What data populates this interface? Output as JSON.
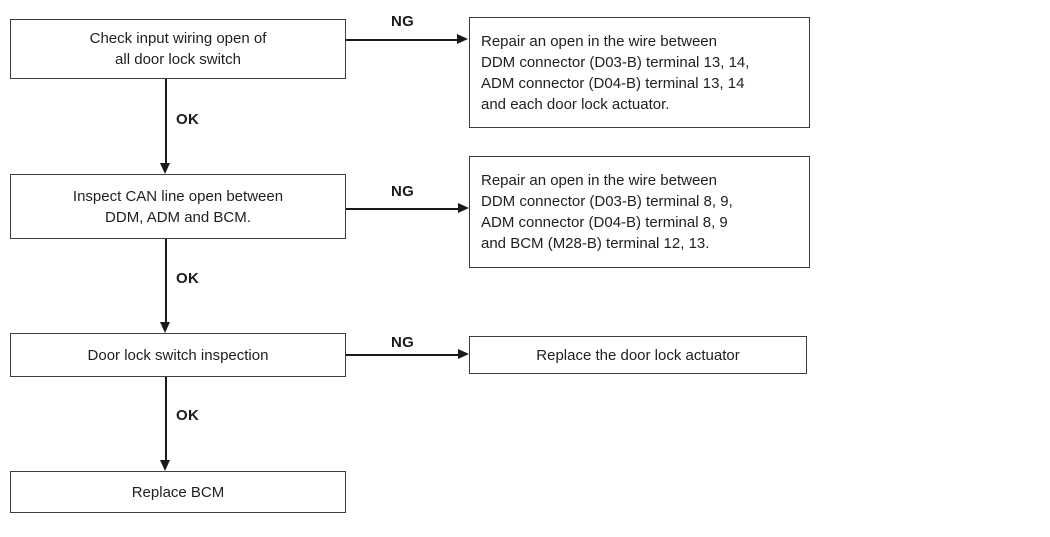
{
  "colors": {
    "background": "#ffffff",
    "box_border": "#3d3d3d",
    "line": "#1a1a1a",
    "text": "#1f1f1f"
  },
  "labels": {
    "ng": "NG",
    "ok": "OK"
  },
  "flowchart": {
    "steps": {
      "check_input_wiring": "Check input wiring open of\nall door lock switch",
      "repair_open_wire_actuator": "Repair an open in the wire between\nDDM connector (D03-B) terminal 13, 14,\nADM connector (D04-B) terminal 13, 14\nand each door lock actuator.",
      "inspect_can_line": "Inspect CAN line open between\nDDM, ADM and BCM.",
      "repair_open_wire_bcm": "Repair an open in the wire between\nDDM connector (D03-B) terminal 8, 9,\nADM connector (D04-B) terminal 8, 9\nand BCM (M28-B) terminal 12, 13.",
      "door_lock_switch_inspection": "Door lock switch inspection",
      "replace_door_lock_actuator": "Replace the door lock actuator",
      "replace_bcm": "Replace BCM"
    }
  }
}
